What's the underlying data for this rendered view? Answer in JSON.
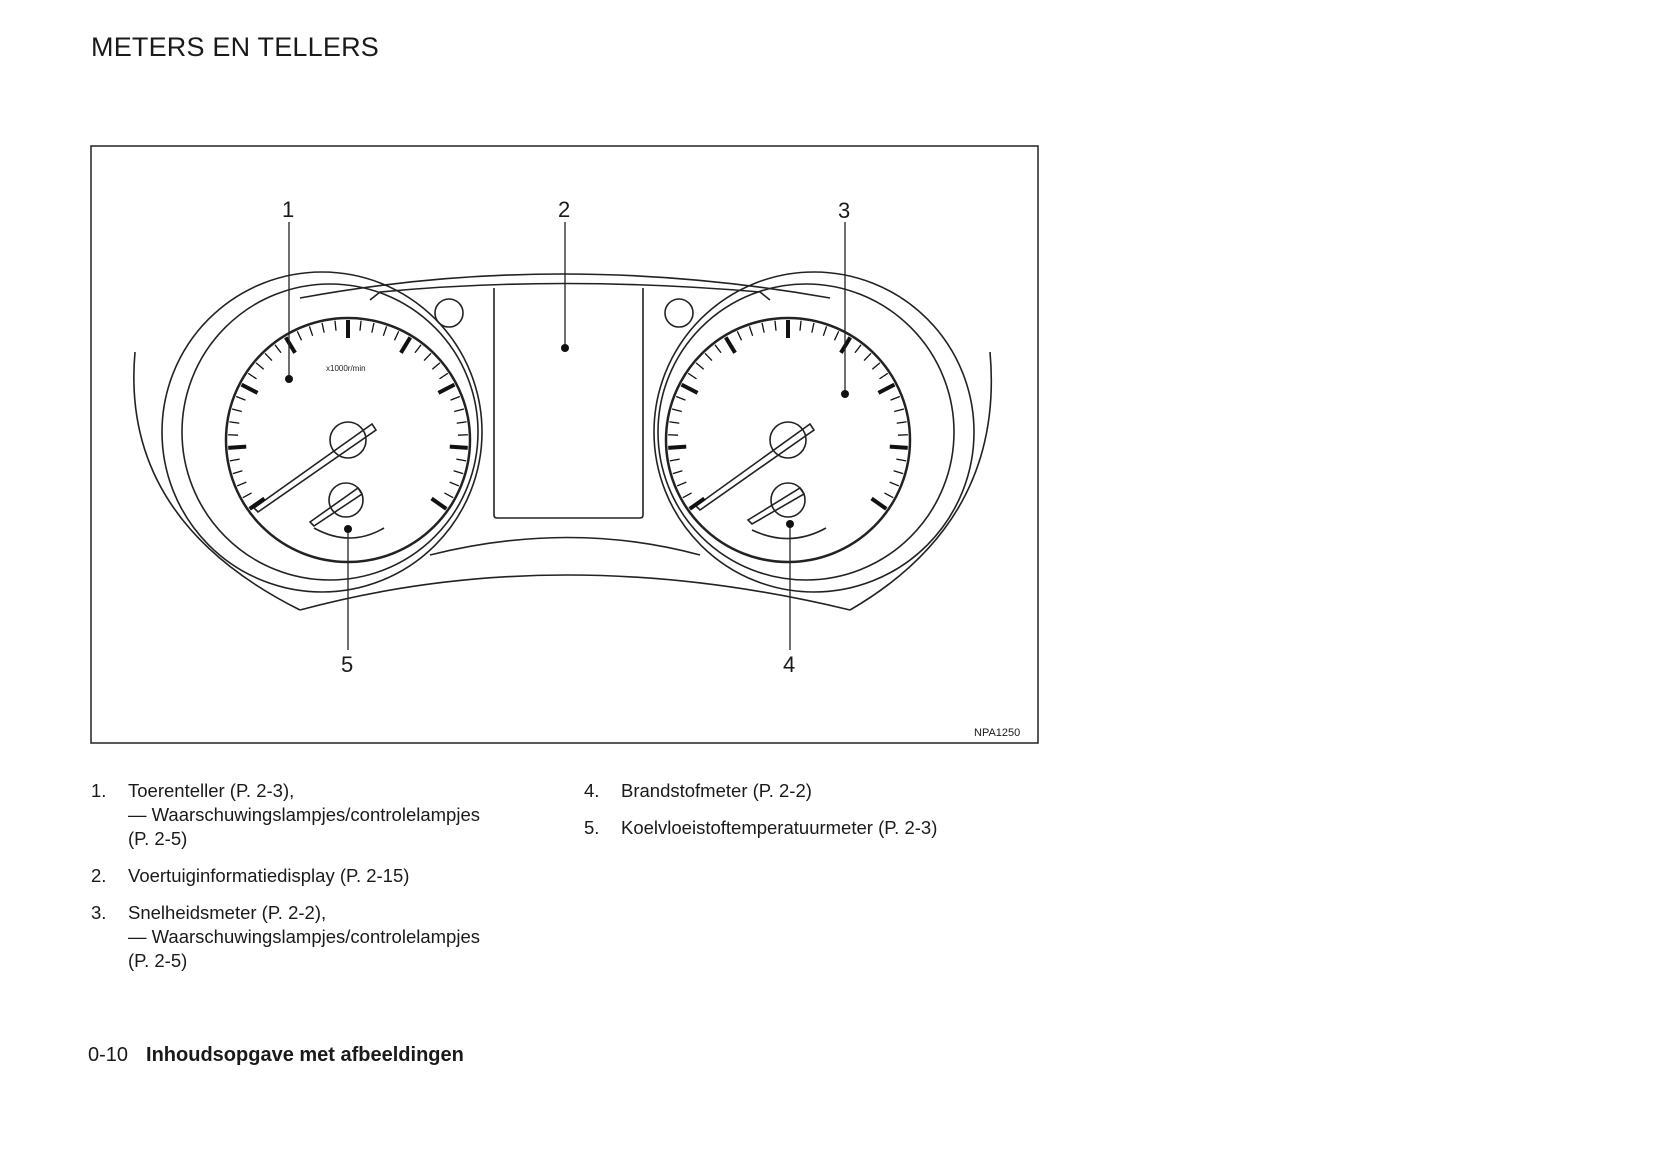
{
  "page_title": "METERS EN TELLERS",
  "figure": {
    "code": "NPA1250",
    "gauge_unit_label": "x1000r/min",
    "callouts": [
      "1",
      "2",
      "3",
      "4",
      "5"
    ]
  },
  "legend_left": [
    {
      "num": "1.",
      "lines": [
        "Toerenteller (P. 2-3),",
        "— Waarschuwingslampjes/controlelampjes",
        "(P. 2-5)"
      ]
    },
    {
      "num": "2.",
      "lines": [
        "Voertuiginformatiedisplay (P. 2-15)"
      ]
    },
    {
      "num": "3.",
      "lines": [
        "Snelheidsmeter (P. 2-2),",
        "— Waarschuwingslampjes/controlelampjes",
        "(P. 2-5)"
      ]
    }
  ],
  "legend_right": [
    {
      "num": "4.",
      "lines": [
        "Brandstofmeter (P. 2-2)"
      ]
    },
    {
      "num": "5.",
      "lines": [
        "Koelvloeistoftemperatuurmeter (P. 2-3)"
      ]
    }
  ],
  "footer": {
    "page": "0-10",
    "section": "Inhoudsopgave met afbeeldingen"
  }
}
